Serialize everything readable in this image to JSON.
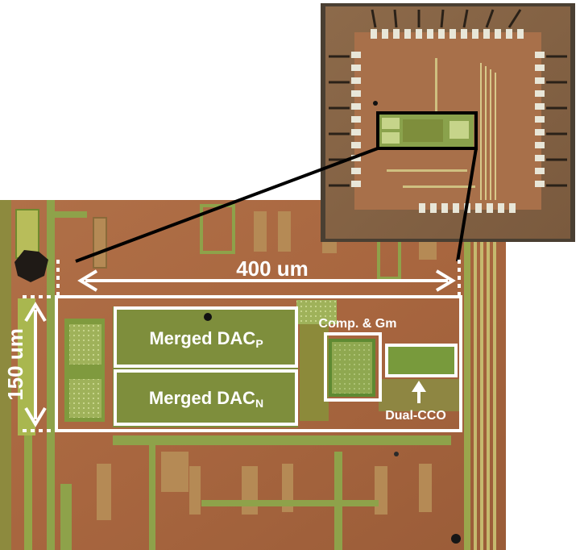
{
  "annotations": {
    "width_label": "400 um",
    "height_label": "150 um",
    "dac_p_label": "Merged DAC",
    "dac_p_subscript": "P",
    "dac_n_label": "Merged DAC",
    "dac_n_subscript": "N",
    "comp_gm_label": "Comp. & Gm",
    "dual_cco_label": "Dual-CCO"
  },
  "colors": {
    "copper": "#a86a45",
    "metal_green": "#8ea24a",
    "annotation": "#ffffff",
    "zoom_line": "#000000"
  }
}
